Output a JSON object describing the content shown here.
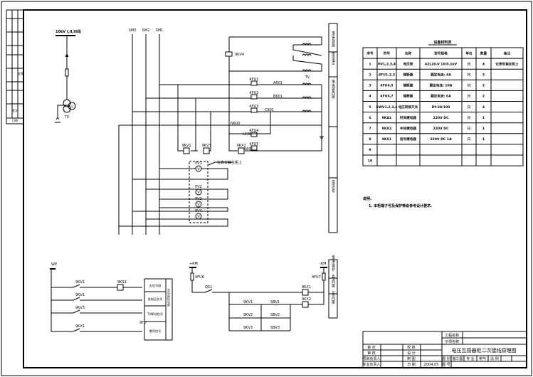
{
  "single_line": {
    "bus_label": "10kV I,II,III段",
    "tv_label": "TV"
  },
  "buses": [
    "SM3",
    "SM2",
    "SM1"
  ],
  "secondary": {
    "relay_open_delta": "9KV4",
    "tv_label": "TV",
    "fuses": [
      "4FU1",
      "4FU2",
      "4FU3",
      "4FU4",
      "4FU5"
    ],
    "relays": [
      "9KV1",
      "9KV3",
      "9KX2"
    ],
    "wire_labels": [
      "A601",
      "B601",
      "C601",
      "N600",
      "L630",
      "S601"
    ],
    "meter_note": "仪表安装在柜上",
    "meters": [
      "PV1",
      "PV2",
      "PV3",
      "PV4"
    ]
  },
  "right_strip_top": [
    "电压互感器",
    "零序电压",
    "电压测量回路",
    "电压信号"
  ],
  "right_strip_bottom": [
    "低电压保护",
    "直流回路",
    "信号回路"
  ],
  "control_left": {
    "bus": "WP",
    "contacts": [
      "9KV1",
      "9KV1",
      "9KV3",
      "9KX1"
    ],
    "relay": "9KS1",
    "fuse": "9FU",
    "box_labels": [
      "去信号屏",
      "低电压信号",
      "TV断线信号",
      "零序信号"
    ],
    "side_label": "去中央信号屏"
  },
  "control_right": {
    "pos_bus": "+KM",
    "neg_bus": "-KM",
    "fuse_pos": "4FU6",
    "fuse_neg": "4FU7",
    "switch": "QS1",
    "relays": [
      "9KX1",
      "9KX2"
    ],
    "contacts_left": [
      "9KV1",
      "9KV2",
      "9KV3"
    ],
    "contacts_right": [
      "SBV1",
      "SBV2",
      "SBV3"
    ]
  },
  "table": {
    "title": "设备材料表",
    "headers": [
      "序号",
      "符号",
      "名称",
      "型号规格",
      "单位",
      "数量",
      "备注"
    ],
    "rows": [
      [
        "1",
        "PV1,2,3,4",
        "电压表",
        "42L20-V 10/0.1kV",
        "只",
        "4",
        "仪表安装在柜上"
      ],
      [
        "2",
        "4FU1,2,3",
        "熔断器",
        "额定电流: 4A",
        "只",
        "3",
        ""
      ],
      [
        "3",
        "4FU4,5",
        "熔断器",
        "额定电流: 10A",
        "只",
        "2",
        ""
      ],
      [
        "4",
        "4FU6,7",
        "熔断器",
        "额定电流: 6A",
        "只",
        "2",
        ""
      ],
      [
        "5",
        "SWV1,2,3,4",
        "电压转换开关",
        "DY-38/100",
        "只",
        "4",
        ""
      ],
      [
        "6",
        "9KA1",
        "时间继电器",
        "220V DC",
        "只",
        "1",
        ""
      ],
      [
        "7",
        "9KX2",
        "中间继电器",
        "220V DC",
        "只",
        "1",
        ""
      ],
      [
        "8",
        "9KS1",
        "信号继电器",
        "220V DC 1A",
        "只",
        "1",
        ""
      ],
      [
        "9",
        "",
        "",
        "",
        "",
        "",
        ""
      ],
      [
        "10",
        "",
        "",
        "",
        "",
        "",
        ""
      ]
    ]
  },
  "notes": {
    "title": "说明:",
    "items": [
      "1. 本柜端子号及保护等级参考设计要求."
    ]
  },
  "title_block": {
    "project_name": "工程名称",
    "sub_name": "子项名称",
    "drawing_title": "电压互感器柜二次接线原理图",
    "left_labels": [
      "审 定",
      "审 核",
      "项目负责人",
      "专业负责人"
    ],
    "mid_labels": [
      "校 核",
      "设 计",
      "制 图",
      "日 期"
    ],
    "date": "2004.05",
    "row3": [
      "图 别",
      "施工图",
      "专 业",
      "电气",
      "比 例"
    ],
    "row4": [
      "图 号"
    ]
  },
  "left_strip": [
    "会签",
    "签字",
    "日期"
  ]
}
